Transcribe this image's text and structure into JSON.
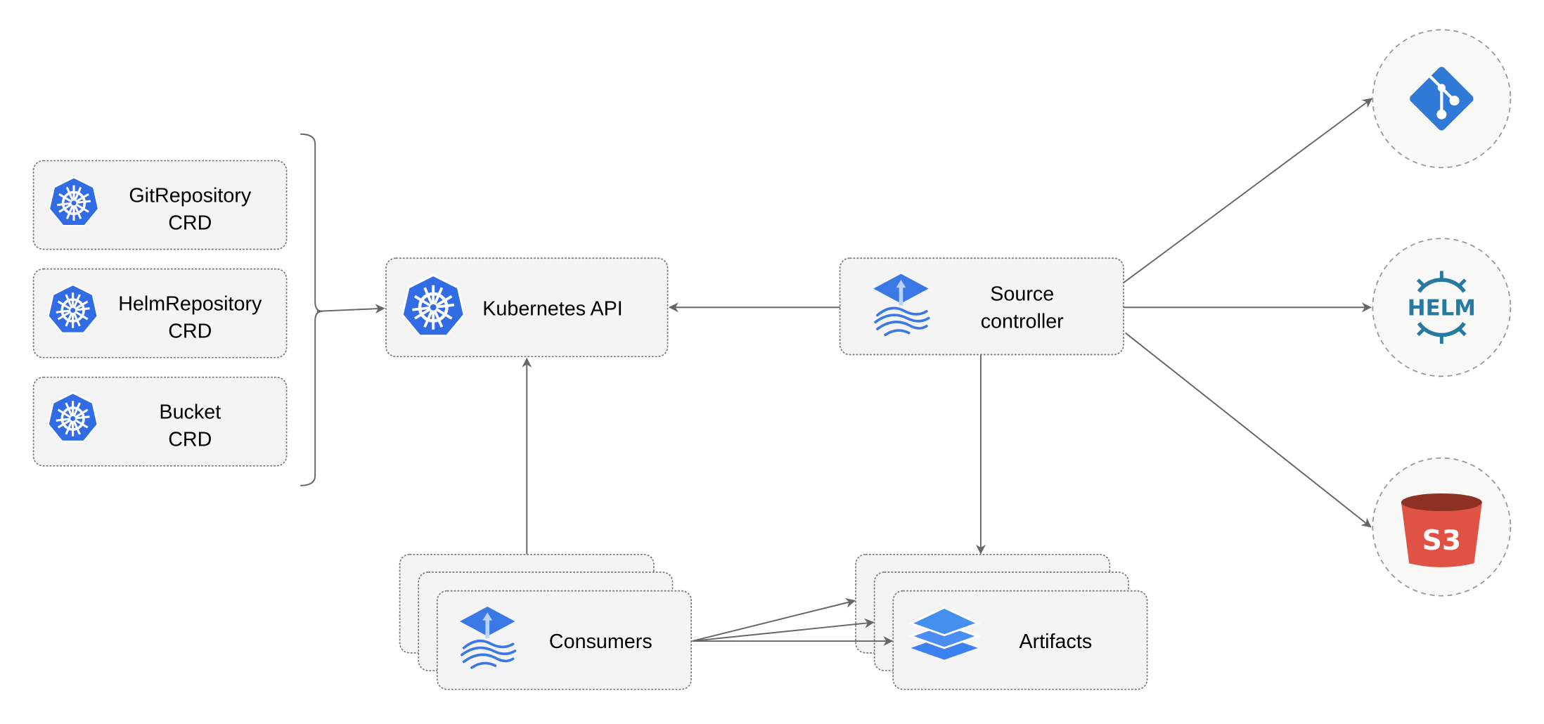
{
  "crds": [
    {
      "line1": "GitRepository",
      "line2": "CRD"
    },
    {
      "line1": "HelmRepository",
      "line2": "CRD"
    },
    {
      "line1": "Bucket",
      "line2": "CRD"
    }
  ],
  "kubernetes_api": {
    "label": "Kubernetes API"
  },
  "source_controller": {
    "line1": "Source",
    "line2": "controller"
  },
  "consumers": {
    "label": "Consumers"
  },
  "artifacts": {
    "label": "Artifacts"
  },
  "sources": {
    "git": {
      "icon": "git-icon",
      "color": "#2f7ad6"
    },
    "helm": {
      "icon": "helm-icon",
      "label": "HELM",
      "color": "#277a9f"
    },
    "s3": {
      "icon": "s3-bucket-icon",
      "label": "S3",
      "color": "#e05243"
    }
  },
  "colors": {
    "kubernetes": "#326ce5",
    "flux": "#3b82f6"
  }
}
